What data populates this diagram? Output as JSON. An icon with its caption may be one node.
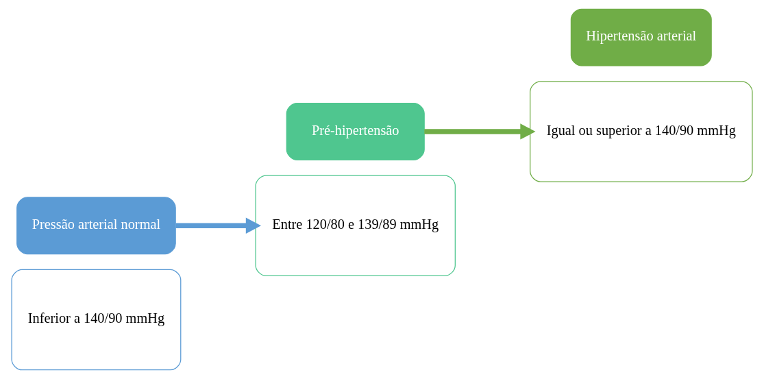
{
  "diagram": {
    "nodes": [
      {
        "text": [
          "Inferior a 140/90 mmHg"
        ]
      },
      {
        "text": [
          "Pressão arterial normal"
        ]
      },
      {
        "text": [
          "Entre 120/80 e 139/89 mmHg"
        ]
      },
      {
        "text": [
          "Pré-hipertensão"
        ]
      },
      {
        "text": [
          "Igual ou superior a 140/90 mmHg"
        ]
      },
      {
        "text": [
          "Hipertensão arterial"
        ]
      }
    ],
    "edges": [
      {
        "from": 1,
        "to": 2,
        "arrow": "to",
        "color": "#5b9bd5"
      },
      {
        "from": 3,
        "to": 4,
        "arrow": "to",
        "color": "#70ad47"
      }
    ]
  }
}
